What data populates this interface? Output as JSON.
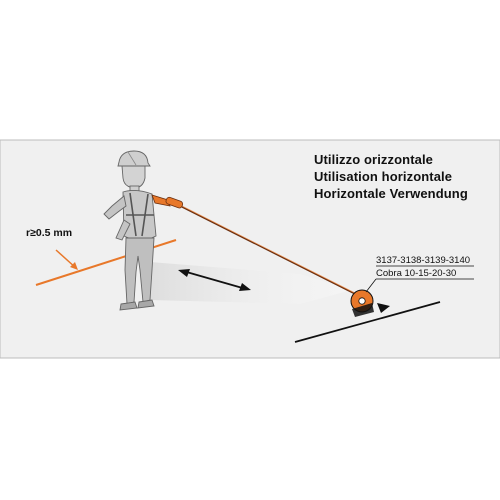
{
  "titles": {
    "italian": "Utilizzo orizzontale",
    "french": "Utilisation horizontale",
    "german": "Horizontale Verwendung"
  },
  "radius_label": "r≥0.5 mm",
  "model_labels": {
    "references": "3137-3138-3139-3140",
    "product": "Cobra 10-15-20-30"
  },
  "colors": {
    "accent_orange": "#e8782a",
    "line_dark": "#111111",
    "panel_gray": "#f0f0f0",
    "figure_gray": "#bdbdbd"
  }
}
